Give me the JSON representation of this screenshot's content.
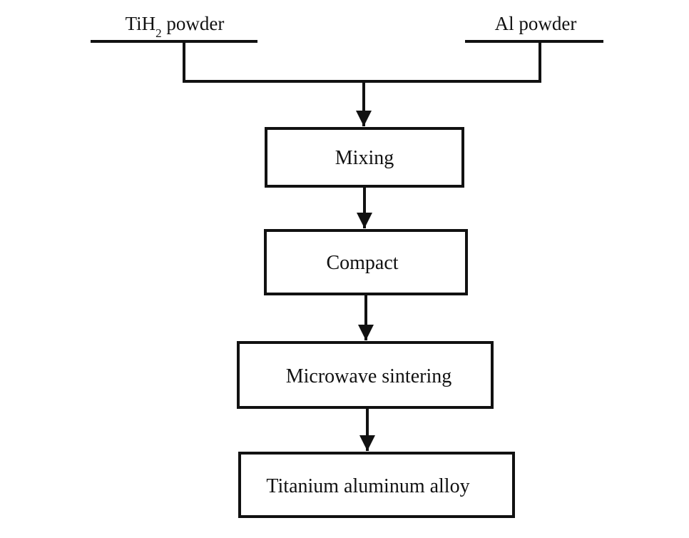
{
  "inputs": {
    "left": {
      "prefix": "TiH",
      "subscript": "2",
      "suffix": " powder"
    },
    "right": {
      "label": "Al powder"
    }
  },
  "steps": [
    {
      "label": "Mixing"
    },
    {
      "label": "Compact"
    },
    {
      "label": "Microwave sintering"
    },
    {
      "label": "Titanium aluminum alloy"
    }
  ],
  "colors": {
    "line": "#111111",
    "box_fill": "#ffffff",
    "background": "#ffffff"
  }
}
